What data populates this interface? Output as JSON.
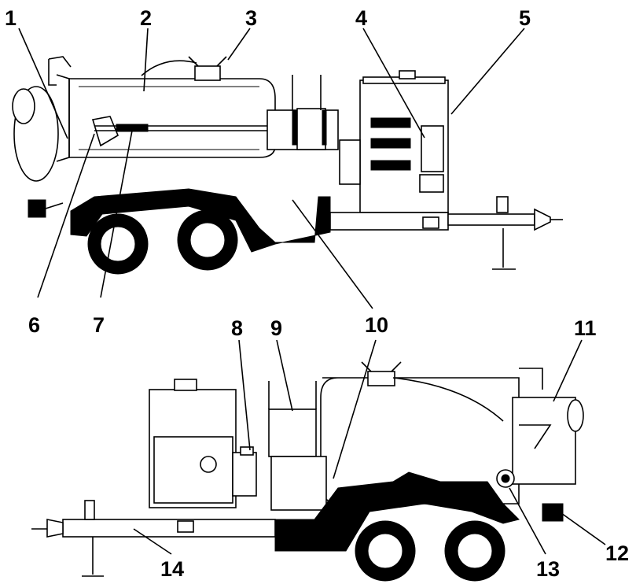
{
  "figure": {
    "type": "parts-identification diagram",
    "views": [
      "left-side view of vacuum trailer",
      "right-side view of vacuum trailer"
    ]
  },
  "callouts": [
    {
      "id": "1",
      "label": "1"
    },
    {
      "id": "2",
      "label": "2"
    },
    {
      "id": "3",
      "label": "3"
    },
    {
      "id": "4",
      "label": "4"
    },
    {
      "id": "5",
      "label": "5"
    },
    {
      "id": "6",
      "label": "6"
    },
    {
      "id": "7",
      "label": "7"
    },
    {
      "id": "8",
      "label": "8"
    },
    {
      "id": "9",
      "label": "9"
    },
    {
      "id": "10",
      "label": "10"
    },
    {
      "id": "11",
      "label": "11"
    },
    {
      "id": "12",
      "label": "12"
    },
    {
      "id": "13",
      "label": "13"
    },
    {
      "id": "14",
      "label": "14"
    }
  ],
  "colors": {
    "line": "#000000",
    "background": "#ffffff",
    "fill": "#000000"
  }
}
